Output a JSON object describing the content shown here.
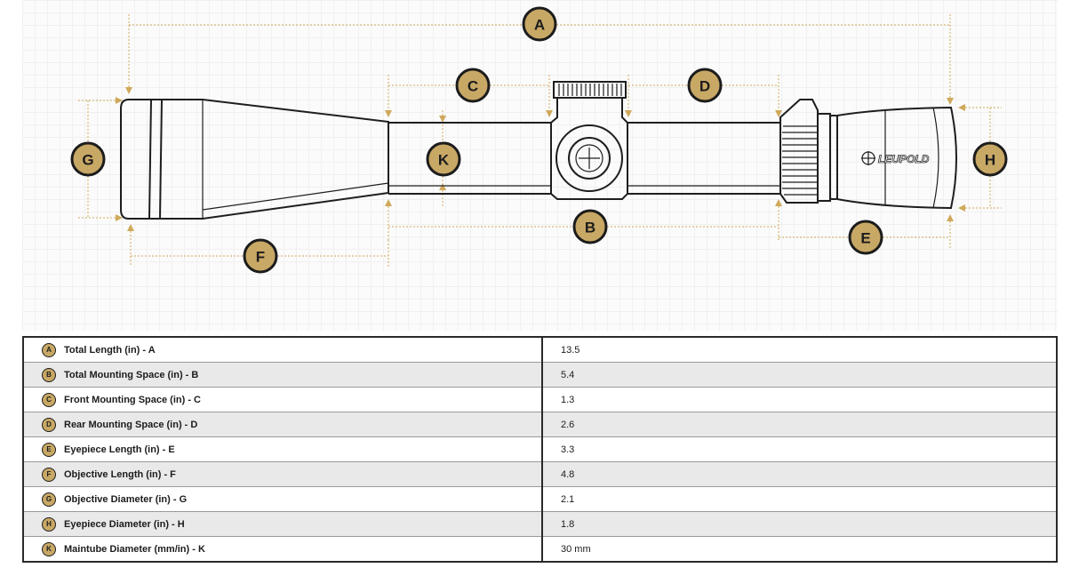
{
  "colors": {
    "accent": "#c8a865",
    "outline": "#1e1e1e",
    "dimension": "#cfa85a"
  },
  "diagram": {
    "logo_text": "LEUPOLD",
    "callouts": [
      {
        "key": "A",
        "letter": "A"
      },
      {
        "key": "B",
        "letter": "B"
      },
      {
        "key": "C",
        "letter": "C"
      },
      {
        "key": "D",
        "letter": "D"
      },
      {
        "key": "E",
        "letter": "E"
      },
      {
        "key": "F",
        "letter": "F"
      },
      {
        "key": "G",
        "letter": "G"
      },
      {
        "key": "H",
        "letter": "H"
      },
      {
        "key": "K",
        "letter": "K"
      }
    ]
  },
  "table": {
    "rows": [
      {
        "badge": "A",
        "label": "Total Length (in) - A",
        "value": "13.5"
      },
      {
        "badge": "B",
        "label": "Total Mounting Space (in) - B",
        "value": "5.4"
      },
      {
        "badge": "C",
        "label": "Front Mounting Space (in) - C",
        "value": "1.3"
      },
      {
        "badge": "D",
        "label": "Rear Mounting Space (in) - D",
        "value": "2.6"
      },
      {
        "badge": "E",
        "label": "Eyepiece Length (in) - E",
        "value": "3.3"
      },
      {
        "badge": "F",
        "label": "Objective Length (in) - F",
        "value": "4.8"
      },
      {
        "badge": "G",
        "label": "Objective Diameter (in) - G",
        "value": "2.1"
      },
      {
        "badge": "H",
        "label": "Eyepiece Diameter (in) - H",
        "value": "1.8"
      },
      {
        "badge": "K",
        "label": "Maintube Diameter (mm/in) - K",
        "value": "30 mm"
      }
    ]
  }
}
